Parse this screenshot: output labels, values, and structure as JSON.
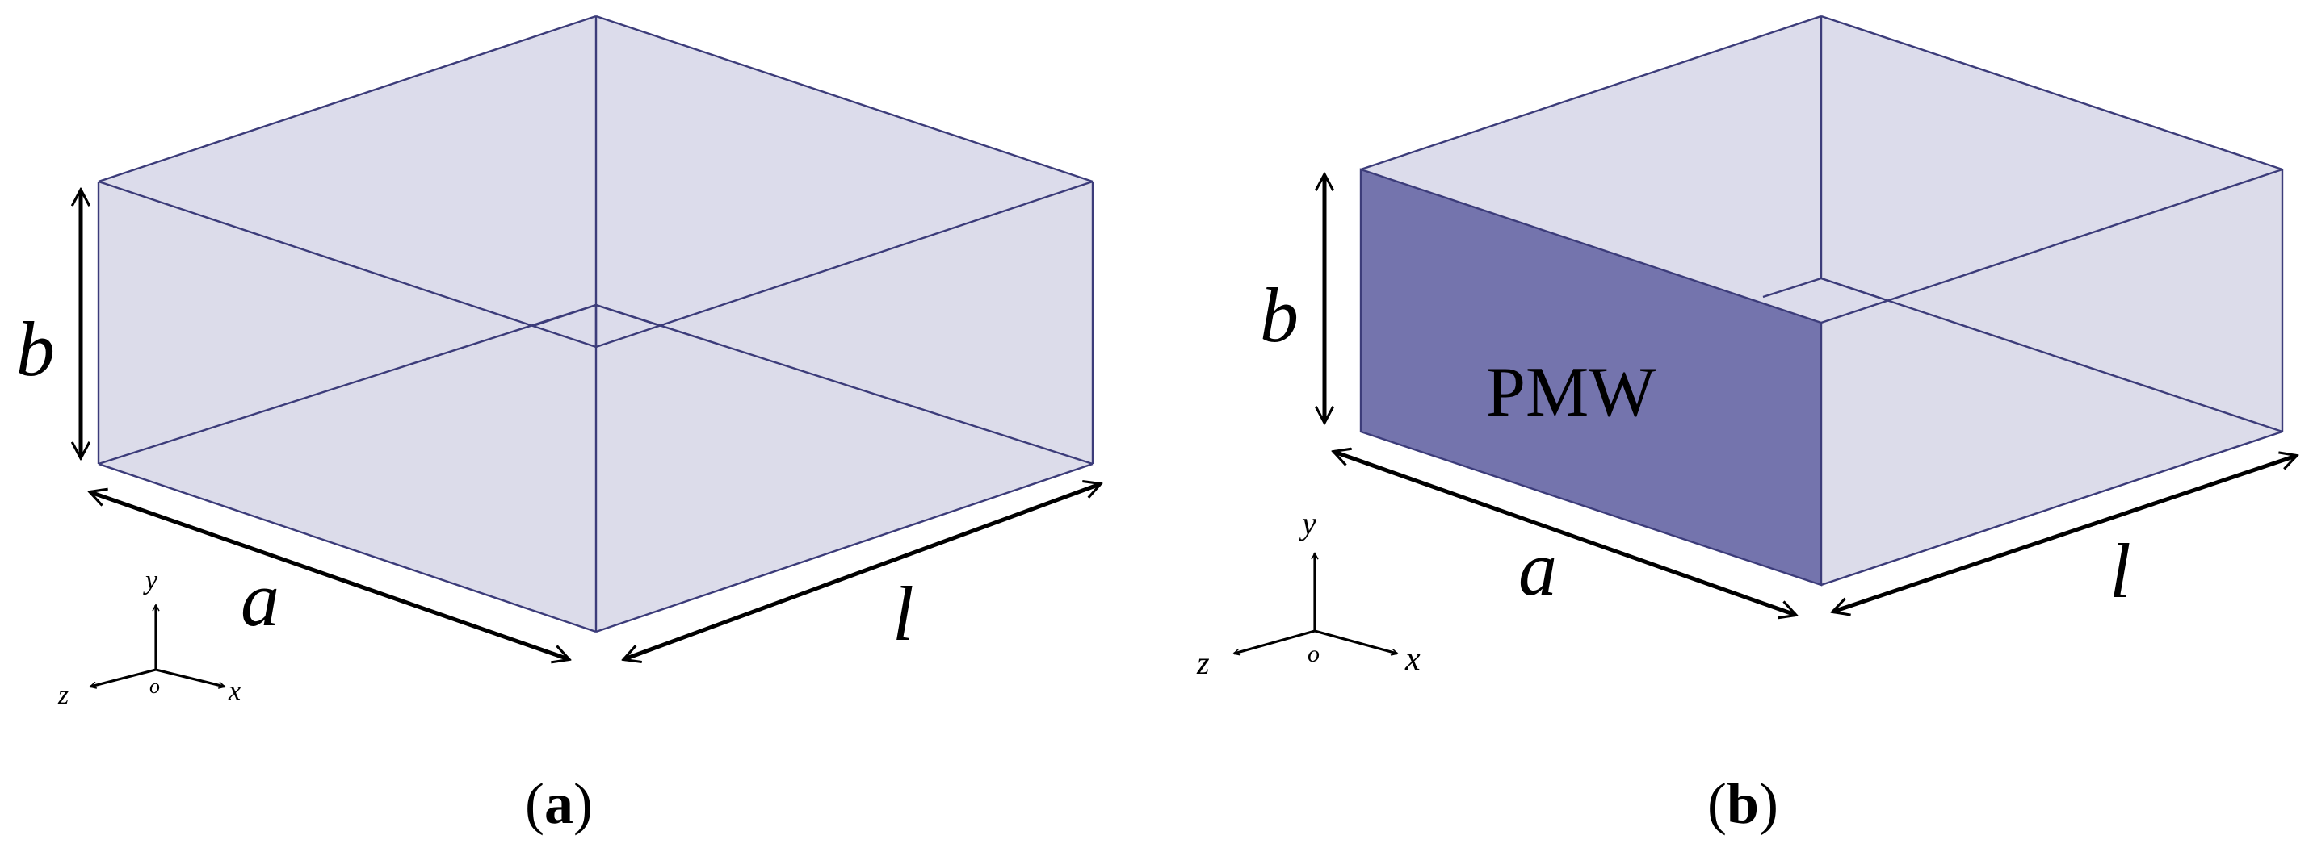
{
  "panels": [
    {
      "caption_open": "(",
      "caption_letter": "a",
      "caption_close": ")",
      "labels": {
        "height": "b",
        "width": "a",
        "length": "l"
      },
      "axes": {
        "y": "y",
        "x": "x",
        "z": "z",
        "origin": "o"
      }
    },
    {
      "caption_open": "(",
      "caption_letter": "b",
      "caption_close": ")",
      "labels": {
        "height": "b",
        "width": "a",
        "length": "l"
      },
      "axes": {
        "y": "y",
        "x": "x",
        "z": "z",
        "origin": "o"
      },
      "wall_label": "PMW"
    }
  ],
  "colors": {
    "box_fill": "#cfcfe2",
    "box_edge": "#3c3c7a",
    "pmw_fill": "#7474ad",
    "annotation": "#000000"
  }
}
